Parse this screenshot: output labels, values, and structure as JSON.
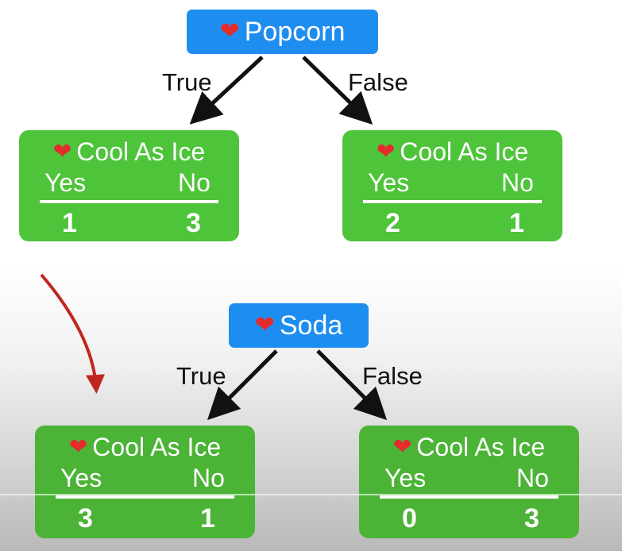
{
  "trees": [
    {
      "root": {
        "label": "Popcorn",
        "icon": "heart-icon"
      },
      "true_label": "True",
      "false_label": "False",
      "left_leaf": {
        "title": "Cool As Ice",
        "col_yes": "Yes",
        "col_no": "No",
        "yes_count": "1",
        "no_count": "3"
      },
      "right_leaf": {
        "title": "Cool As Ice",
        "col_yes": "Yes",
        "col_no": "No",
        "yes_count": "2",
        "no_count": "1"
      }
    },
    {
      "root": {
        "label": "Soda",
        "icon": "heart-icon"
      },
      "true_label": "True",
      "false_label": "False",
      "left_leaf": {
        "title": "Cool As Ice",
        "col_yes": "Yes",
        "col_no": "No",
        "yes_count": "3",
        "no_count": "1"
      },
      "right_leaf": {
        "title": "Cool As Ice",
        "col_yes": "Yes",
        "col_no": "No",
        "yes_count": "0",
        "no_count": "3"
      }
    }
  ],
  "colors": {
    "root_blue": "#1e8df0",
    "leaf_green": "#4ec43a",
    "heart_red": "#e52b2b",
    "arrow_red": "#c0261f"
  }
}
